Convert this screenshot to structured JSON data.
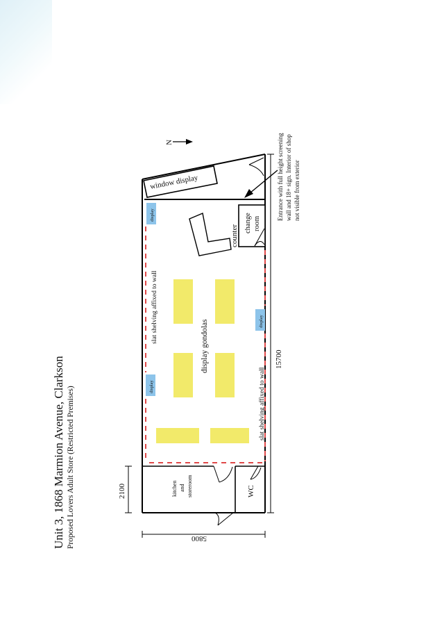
{
  "title": "Unit 3, 1868 Marmion Avenue, Clarkson",
  "subtitle": "Proposed Lovers Adult Store (Restricted Premises)",
  "north": "N",
  "window_display": "window display",
  "entrance_note": [
    "Entrance with full height screening",
    "wall and 18+ sign. Interior of shop",
    "not visible from exterior"
  ],
  "change_room": [
    "change",
    "room"
  ],
  "counter": "counter",
  "display_badge": "display",
  "slat_shelving": "slat shelving affixed to wall",
  "display_gondolas": "display gondolas",
  "kitchen": [
    "kitchen",
    "and",
    "storeroom"
  ],
  "wc": "WC",
  "dimensions": {
    "length": "15700",
    "width": "5800",
    "kitchen_depth": "2100"
  },
  "colors": {
    "gondola": "#f2ea6a",
    "display_badge": "#8dc4ea",
    "shelf_dash": "#e04848",
    "wall": "#000000"
  }
}
